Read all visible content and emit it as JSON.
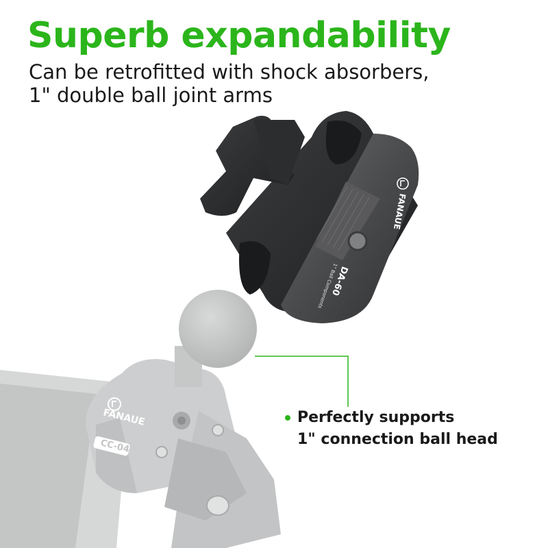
{
  "headline": "Superb expandability",
  "subline": {
    "line1": "Can be retrofitted with shock absorbers,",
    "line2": "1\" double ball joint arms"
  },
  "callout": {
    "line1": "Perfectly supports",
    "line2": "1\" connection ball head"
  },
  "product_marks": {
    "arm_brand": "FANAUE",
    "arm_model": "DA-60",
    "arm_note": "1\" Ball Components",
    "clamp_brand": "FANAUE",
    "clamp_model": "CC-04"
  },
  "colors": {
    "accent_green": "#2bb51b",
    "text_dark": "#1a1a1a",
    "arm_metal": "#4a4b4d",
    "clamp_grey": "#c8c9c9"
  }
}
